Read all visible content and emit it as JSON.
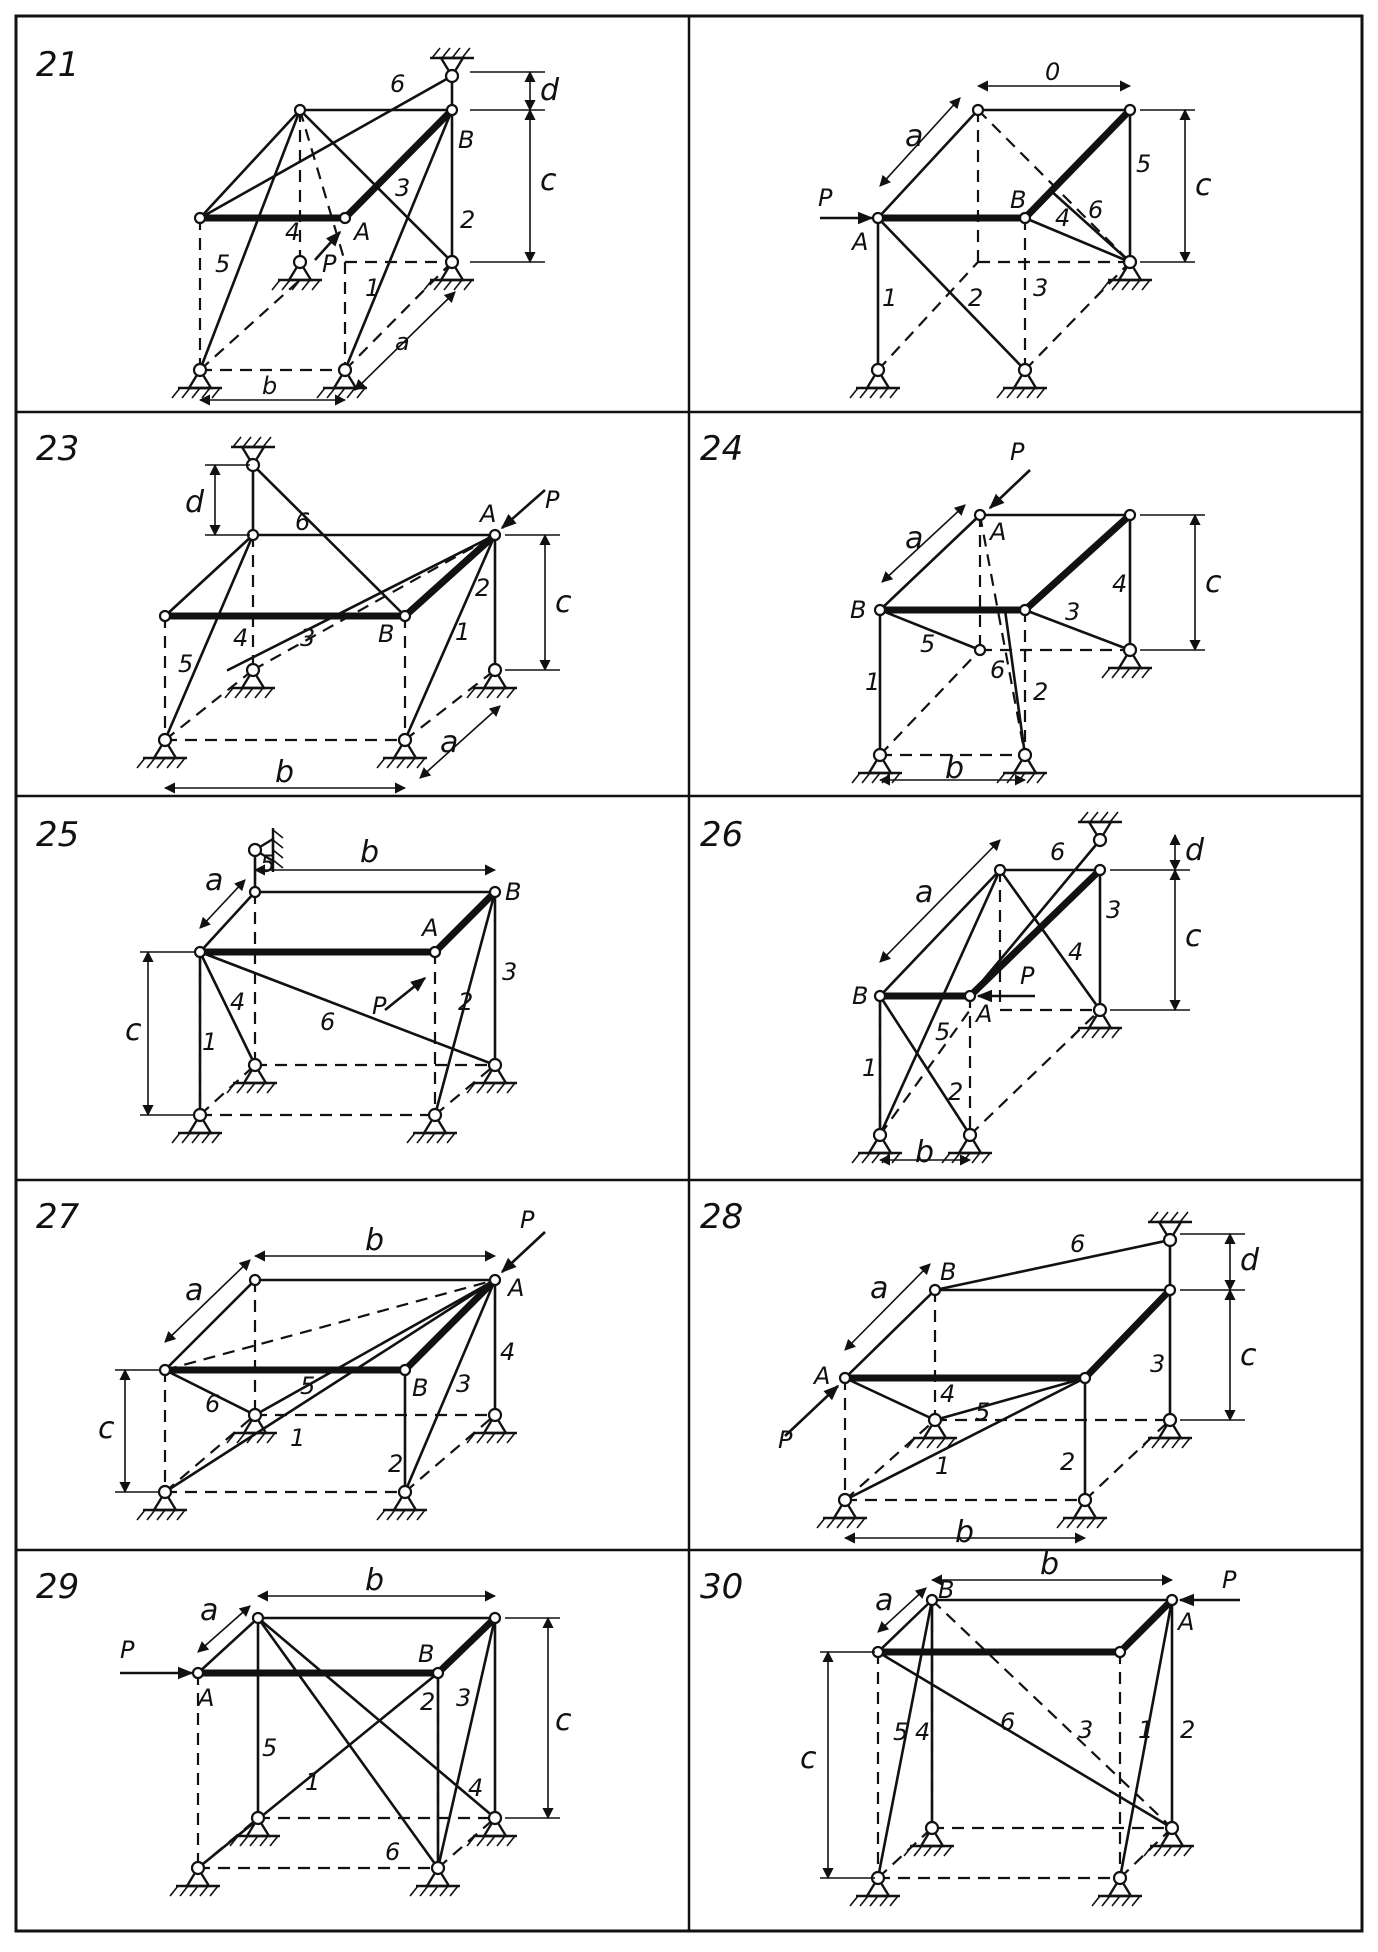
{
  "problems": [
    {
      "number": "21",
      "labels": [
        "A",
        "B",
        "P",
        "a",
        "b",
        "c",
        "d",
        "1",
        "2",
        "3",
        "4",
        "5",
        "6"
      ]
    },
    {
      "number": "",
      "labels": [
        "A",
        "B",
        "P",
        "a",
        "c",
        "1",
        "2",
        "3",
        "4",
        "5",
        "6"
      ],
      "top_dim": "0"
    },
    {
      "number": "23",
      "labels": [
        "A",
        "B",
        "P",
        "a",
        "b",
        "c",
        "d",
        "1",
        "2",
        "3",
        "4",
        "5",
        "6"
      ]
    },
    {
      "number": "24",
      "labels": [
        "A",
        "B",
        "P",
        "a",
        "b",
        "c",
        "1",
        "2",
        "3",
        "4",
        "5",
        "6"
      ]
    },
    {
      "number": "25",
      "labels": [
        "A",
        "B",
        "P",
        "a",
        "b",
        "c",
        "1",
        "2",
        "3",
        "4",
        "5",
        "6"
      ]
    },
    {
      "number": "26",
      "labels": [
        "A",
        "B",
        "P",
        "a",
        "b",
        "c",
        "d",
        "1",
        "2",
        "3",
        "4",
        "5",
        "6"
      ]
    },
    {
      "number": "27",
      "labels": [
        "A",
        "B",
        "P",
        "a",
        "b",
        "c",
        "1",
        "2",
        "3",
        "4",
        "5",
        "6"
      ]
    },
    {
      "number": "28",
      "labels": [
        "A",
        "B",
        "P",
        "a",
        "b",
        "c",
        "d",
        "1",
        "2",
        "3",
        "4",
        "5",
        "6"
      ]
    },
    {
      "number": "29",
      "labels": [
        "A",
        "B",
        "P",
        "a",
        "b",
        "c",
        "1",
        "2",
        "3",
        "4",
        "5",
        "6"
      ]
    },
    {
      "number": "30",
      "labels": [
        "A",
        "B",
        "P",
        "a",
        "b",
        "c",
        "1",
        "2",
        "3",
        "4",
        "5",
        "6"
      ]
    }
  ]
}
